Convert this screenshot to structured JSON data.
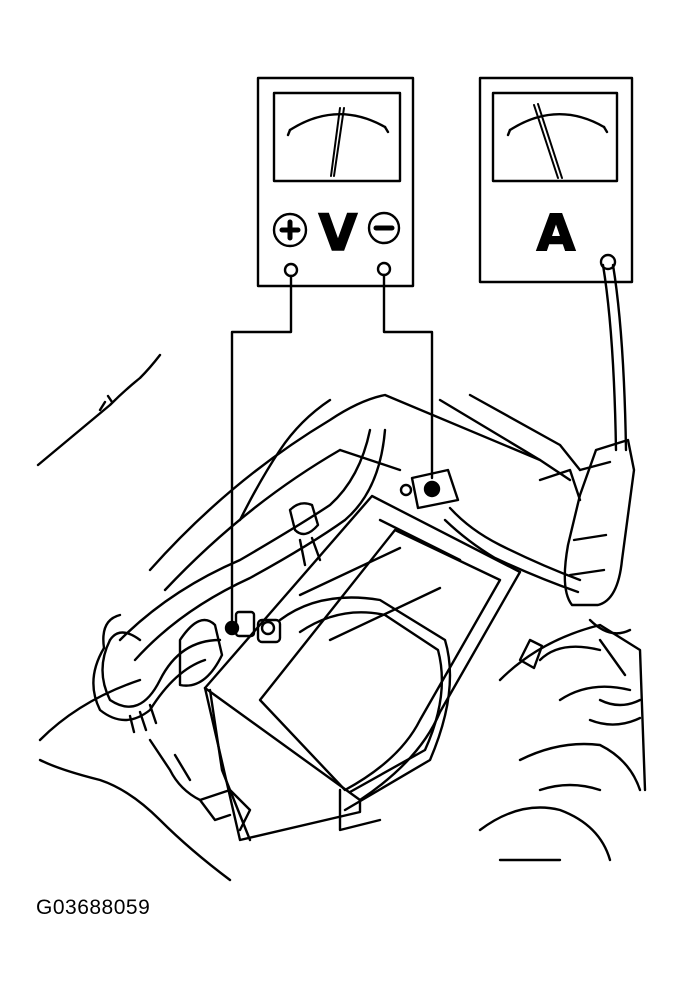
{
  "figure": {
    "id": "G03688059",
    "voltmeter": {
      "letter": "V",
      "positive_symbol": "+",
      "negative_symbol": "−"
    },
    "ammeter": {
      "letter": "A"
    }
  },
  "colors": {
    "line": "#000000",
    "background": "#ffffff"
  }
}
